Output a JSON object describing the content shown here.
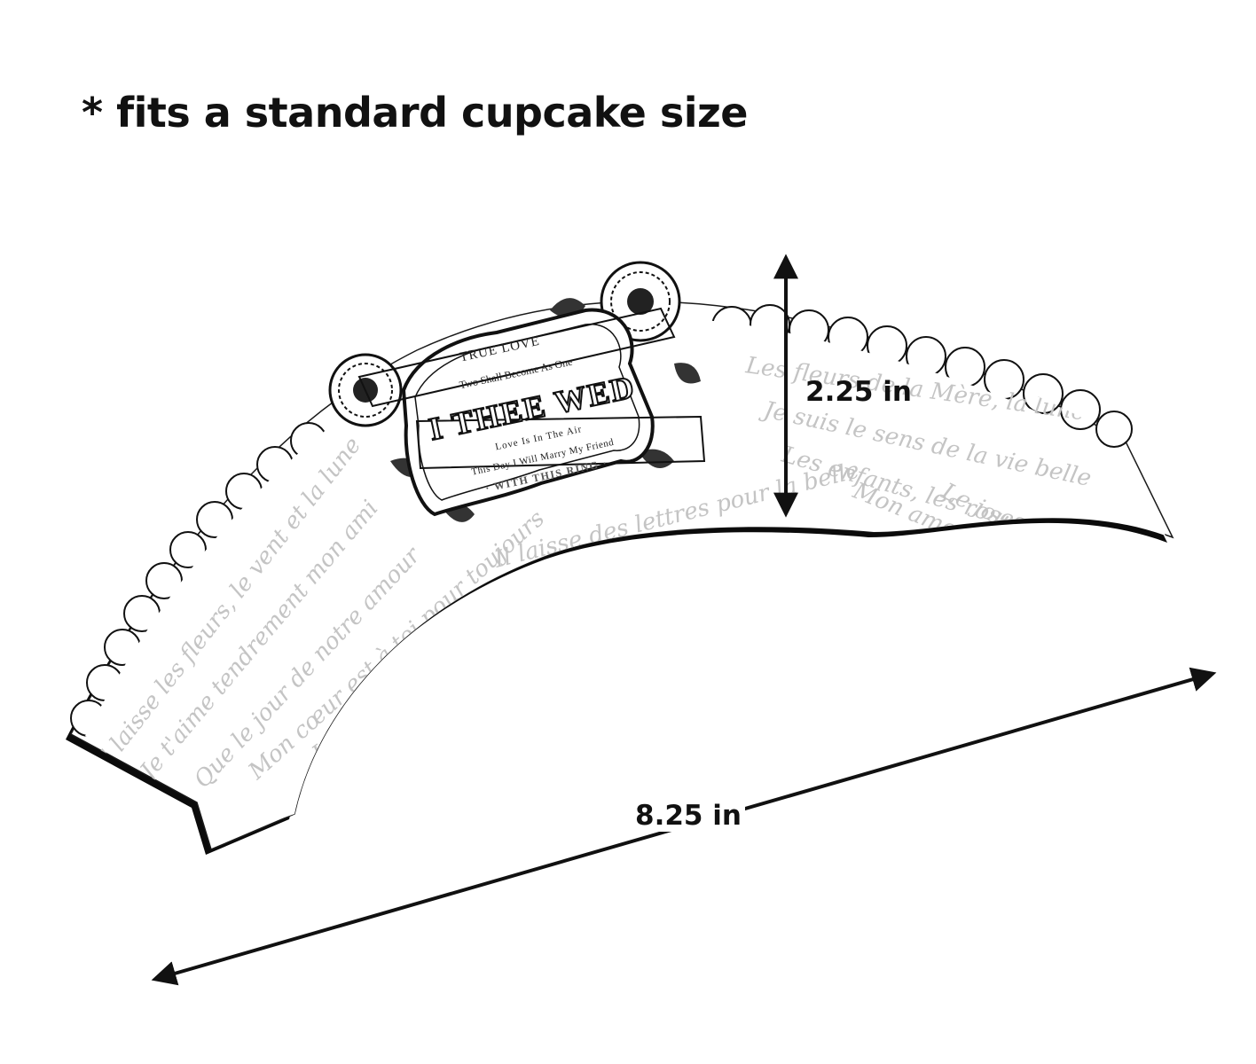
{
  "headline": "* fits a standard cupcake size",
  "dimensions": {
    "height": "2.25 in",
    "width": "8.25 in"
  },
  "wrapper_label": {
    "line1": "TRUE LOVE",
    "line2": "Two Shall Become As One",
    "line3": "I THEE WED",
    "line4": "Love Is In The Air",
    "line5": "This Day I Will Marry My Friend",
    "line6": "· WITH THIS RING ·"
  },
  "colors": {
    "ink": "#111111",
    "paper": "#ffffff",
    "script": "#c4c4c4"
  },
  "icons": [
    "up-down-arrow-icon",
    "left-right-arrow-icon",
    "sunflower-icon"
  ]
}
